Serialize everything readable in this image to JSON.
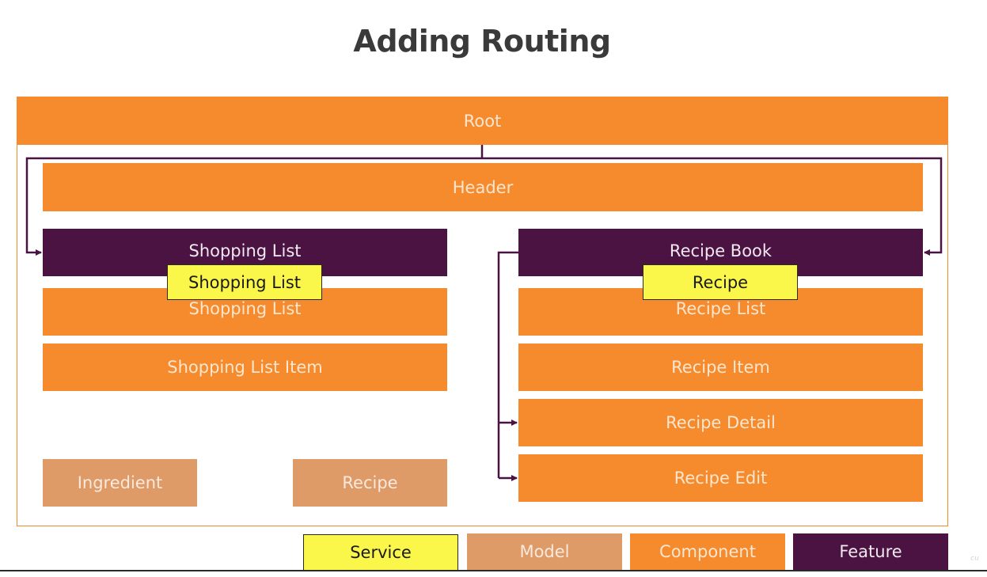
{
  "title": "Adding Routing",
  "colors": {
    "component": "#f68b2d",
    "feature": "#4b1342",
    "model": "#de9a67",
    "service": "#fbf74a",
    "connector": "#4b1342"
  },
  "nodes": {
    "root": "Root",
    "header": "Header",
    "shopping_list_feature": "Shopping List",
    "shopping_list_service": "Shopping List",
    "shopping_list_component": "Shopping List",
    "shopping_list_item": "Shopping List Item",
    "ingredient_model": "Ingredient",
    "recipe_model": "Recipe",
    "recipe_book_feature": "Recipe Book",
    "recipe_service": "Recipe",
    "recipe_list": "Recipe List",
    "recipe_item": "Recipe Item",
    "recipe_detail": "Recipe Detail",
    "recipe_edit": "Recipe Edit"
  },
  "legend": {
    "service": "Service",
    "model": "Model",
    "component": "Component",
    "feature": "Feature"
  }
}
